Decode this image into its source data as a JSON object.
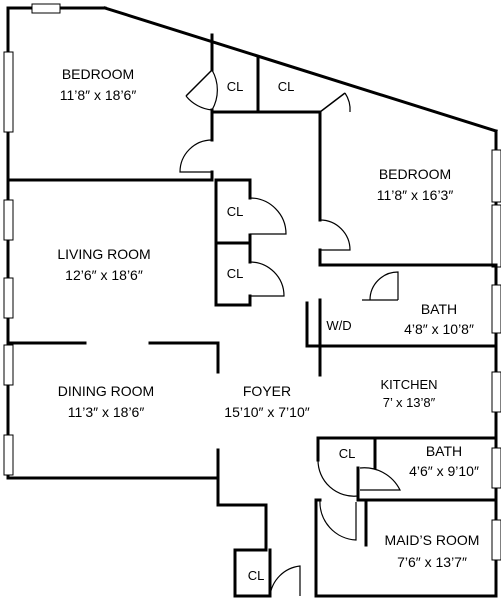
{
  "rooms": {
    "bedroom1": {
      "name": "BEDROOM",
      "dims": "11’8″ x 18’6″"
    },
    "bedroom2": {
      "name": "BEDROOM",
      "dims": "11’8″ x 16’3″"
    },
    "living": {
      "name": "LIVING ROOM",
      "dims": "12’6″ x 18’6″"
    },
    "dining": {
      "name": "DINING ROOM",
      "dims": "11’3″ x 18’6″"
    },
    "foyer": {
      "name": "FOYER",
      "dims": "15’10″ x 7’10″"
    },
    "bath1": {
      "name": "BATH",
      "dims": "4’8″ x 10’8″"
    },
    "kitchen": {
      "name": "KITCHEN",
      "dims": "7’ x 13’8″"
    },
    "bath2": {
      "name": "BATH",
      "dims": "4’6″ x 9’10″"
    },
    "maids": {
      "name": "MAID’S ROOM",
      "dims": "7’6″ x 13’7″"
    }
  },
  "closets": {
    "cl_bed1": "CL",
    "cl_bed2": "CL",
    "cl_living_top": "CL",
    "cl_living_bottom": "CL",
    "cl_bath2": "CL",
    "cl_entry": "CL"
  },
  "wd": "W/D"
}
